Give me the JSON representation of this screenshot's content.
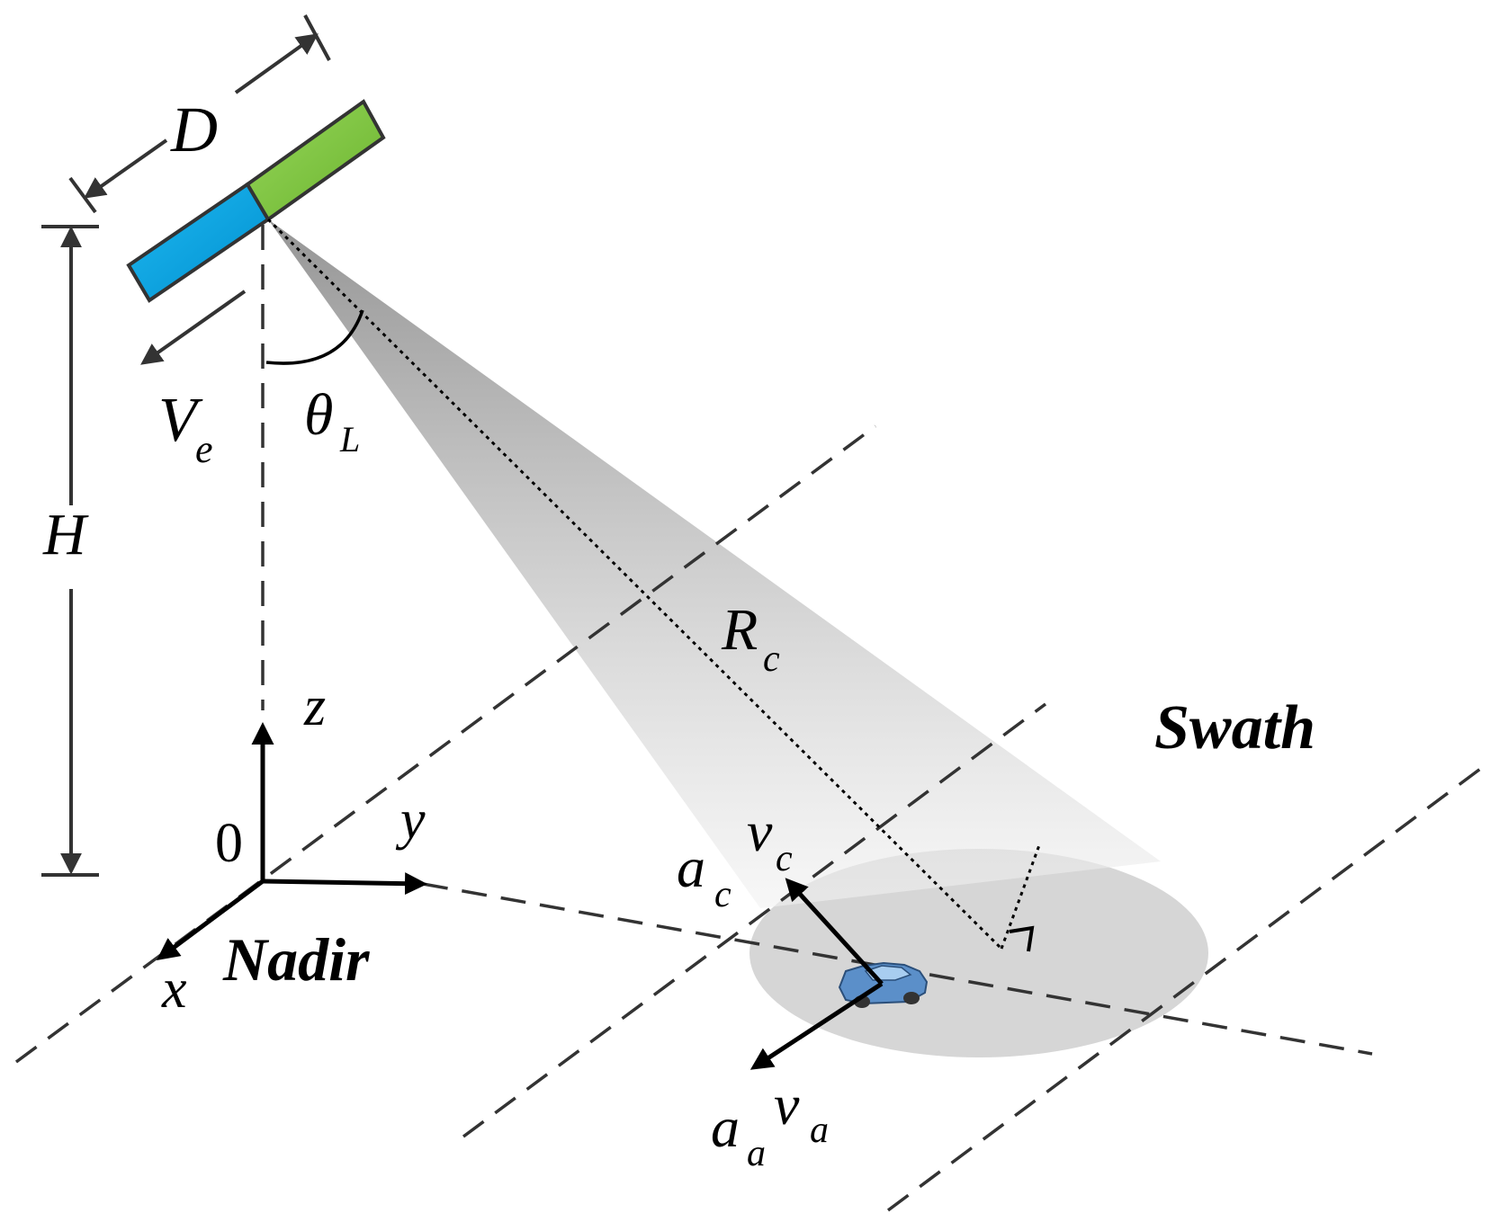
{
  "labels": {
    "antenna_length": "D",
    "height": "H",
    "platform_velocity_main": "V",
    "platform_velocity_sub": "e",
    "look_angle_main": "θ",
    "look_angle_sub": "L",
    "slant_range_main": "R",
    "slant_range_sub": "c",
    "axis_z": "z",
    "axis_y": "y",
    "axis_x": "x",
    "origin": "0",
    "nadir": "Nadir",
    "swath": "Swath",
    "vel_cross_main": "v",
    "vel_cross_sub": "c",
    "acc_cross_main": "a",
    "acc_cross_sub": "c",
    "vel_along_main": "v",
    "vel_along_sub": "a",
    "acc_along_main": "a",
    "acc_along_sub": "a"
  },
  "colors": {
    "antenna_front": "#00a3e0",
    "antenna_back": "#7ec63c",
    "outline": "#333333",
    "beam": "#b9b9b9",
    "footprint": "#d4d4d4",
    "car": "#5b8fc9"
  }
}
